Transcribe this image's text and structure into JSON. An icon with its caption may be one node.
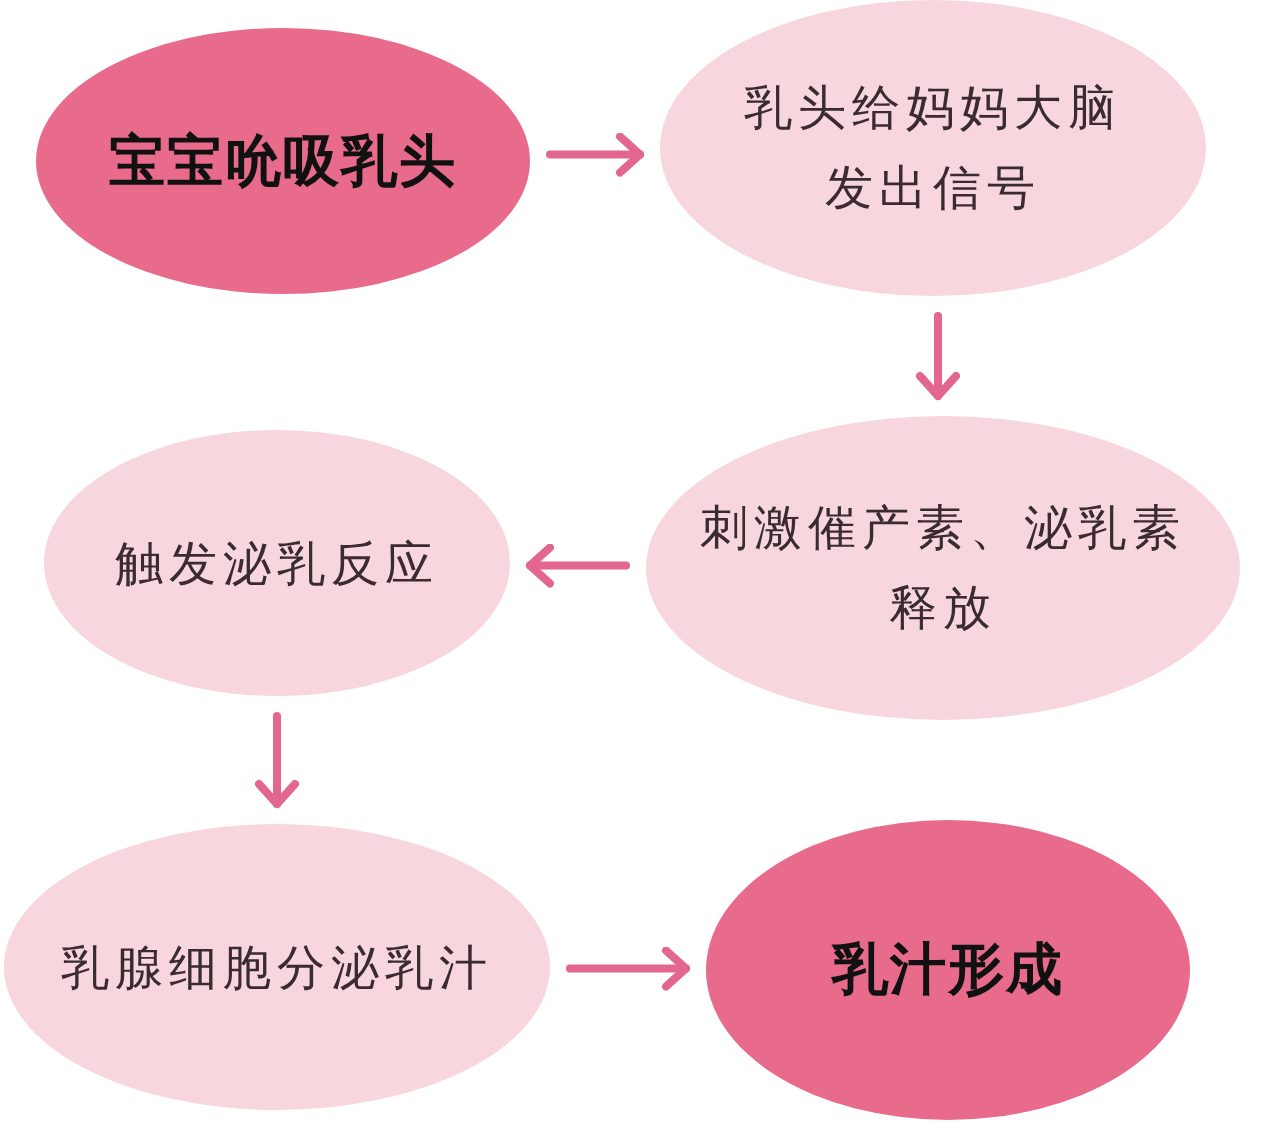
{
  "diagram": {
    "nodes": [
      {
        "text": [
          "宝宝吮吸乳头"
        ]
      },
      {
        "text": [
          "乳头给妈妈大脑发出信号"
        ]
      },
      {
        "text": [
          "触发泌乳反应"
        ]
      },
      {
        "text": [
          "刺激催产素、泌乳素释放"
        ]
      },
      {
        "text": [
          "乳腺细胞分泌乳汁"
        ]
      },
      {
        "text": [
          "乳汁形成"
        ]
      }
    ],
    "edges": [
      {
        "from": 0,
        "to": 1,
        "arrow": "to"
      },
      {
        "from": 1,
        "to": 3,
        "arrow": "to"
      },
      {
        "from": 3,
        "to": 2,
        "arrow": "to"
      },
      {
        "from": 2,
        "to": 4,
        "arrow": "to"
      },
      {
        "from": 4,
        "to": 5,
        "arrow": "to"
      }
    ]
  }
}
